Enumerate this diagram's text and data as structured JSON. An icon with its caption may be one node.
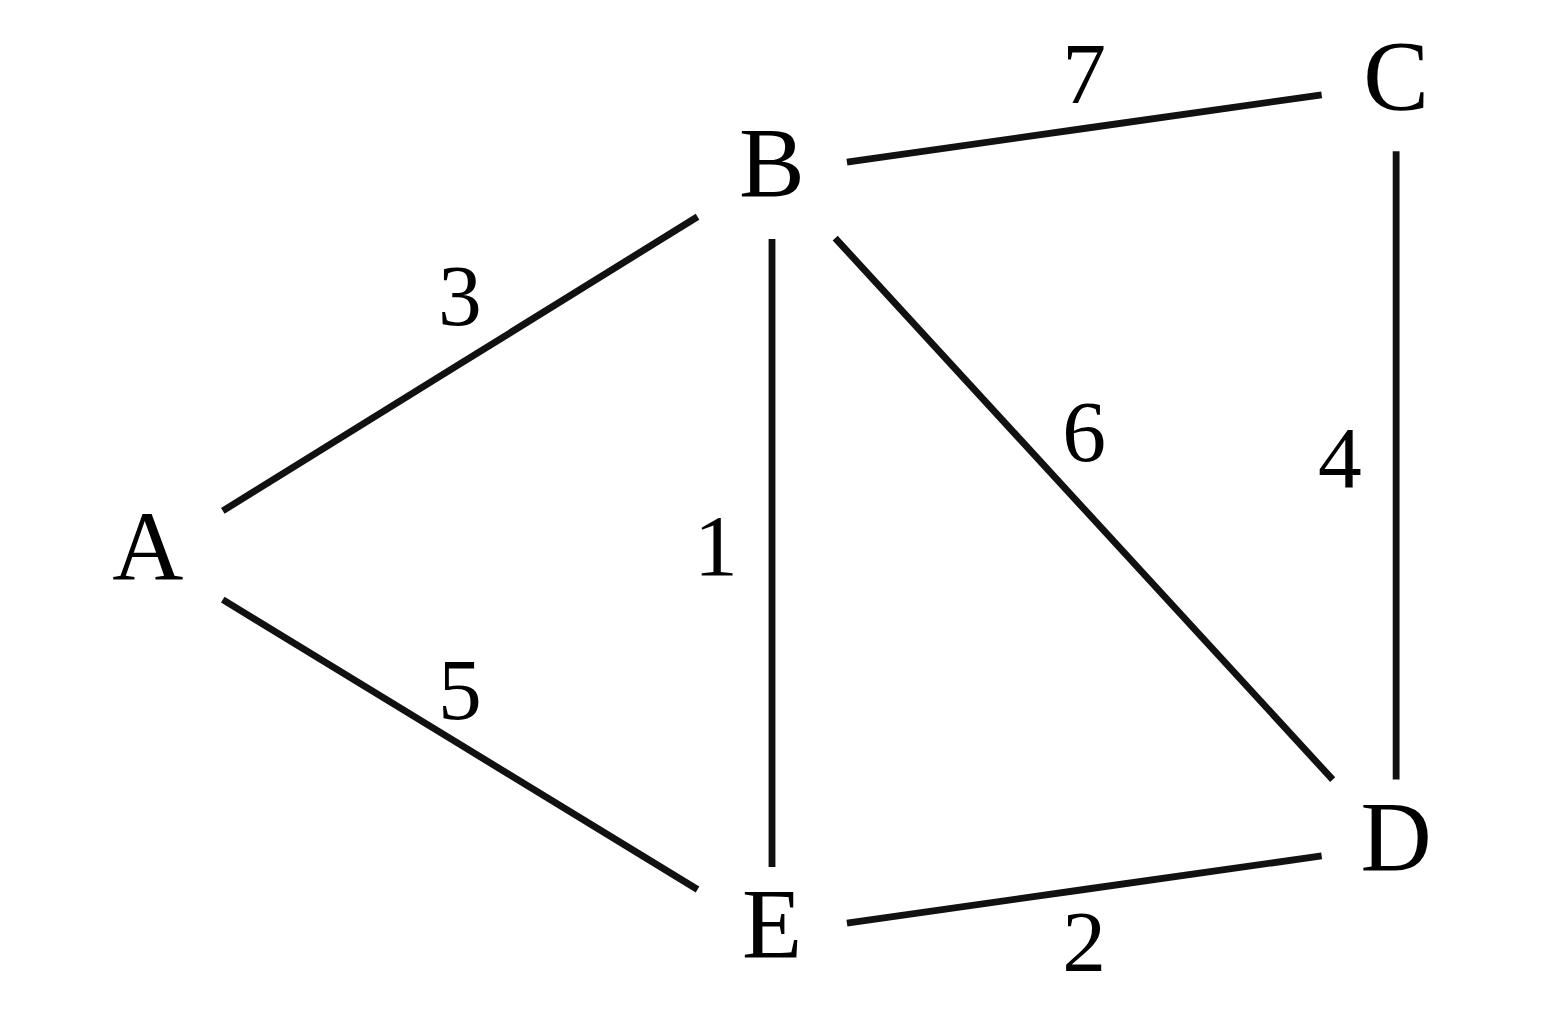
{
  "diagram": {
    "nodes": [
      {
        "text": [
          "A"
        ]
      },
      {
        "text": [
          "B"
        ]
      },
      {
        "text": [
          "C"
        ]
      },
      {
        "text": [
          "D"
        ]
      },
      {
        "text": [
          "E"
        ]
      }
    ],
    "edges": [
      {
        "from": 0,
        "to": 1,
        "arrow": "none",
        "label": "3"
      },
      {
        "from": 1,
        "to": 2,
        "arrow": "none",
        "label": "7"
      },
      {
        "from": 1,
        "to": 4,
        "arrow": "none",
        "label": "1"
      },
      {
        "from": 1,
        "to": 3,
        "arrow": "none",
        "label": "6"
      },
      {
        "from": 2,
        "to": 3,
        "arrow": "none",
        "label": "4"
      },
      {
        "from": 0,
        "to": 4,
        "arrow": "none",
        "label": "5"
      },
      {
        "from": 4,
        "to": 3,
        "arrow": "none",
        "label": "2"
      }
    ]
  }
}
